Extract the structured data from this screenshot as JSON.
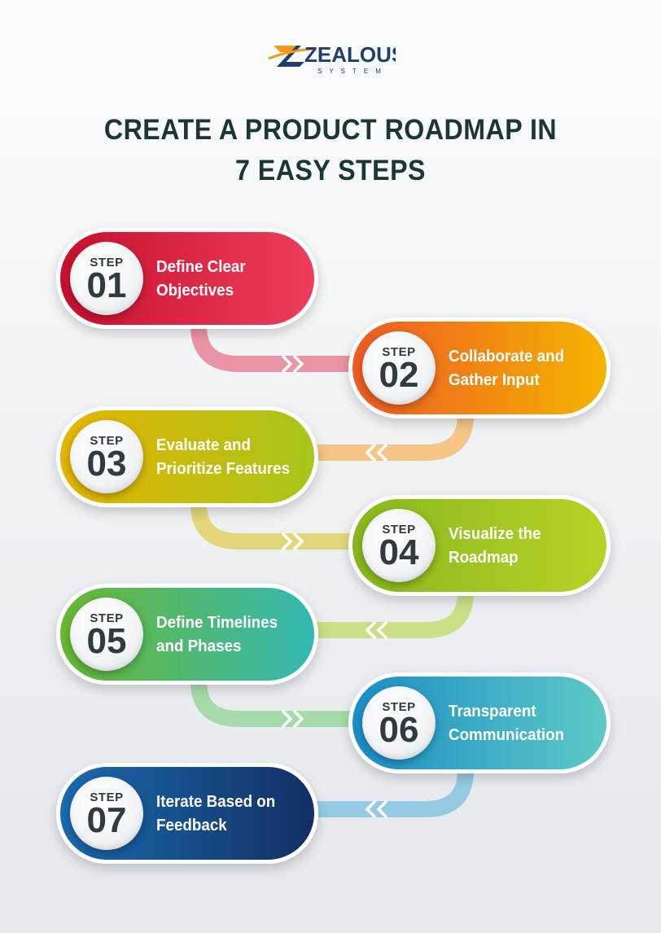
{
  "logo": {
    "name": "ZEALOUS",
    "tagline": "SYSTEM",
    "colors": {
      "accent": "#f39a1a",
      "brand": "#1e3f6e"
    }
  },
  "title": {
    "line1": "CREATE A PRODUCT ROADMAP IN",
    "line2": "7 EASY STEPS"
  },
  "step_word": "STEP",
  "steps": [
    {
      "number": "01",
      "line1": "Define Clear",
      "line2": "Objectives",
      "colors": [
        "#c8102e",
        "#ee3e5c"
      ]
    },
    {
      "number": "02",
      "line1": "Collaborate and",
      "line2": "Gather Input",
      "colors": [
        "#ee5a24",
        "#f4b400"
      ]
    },
    {
      "number": "03",
      "line1": "Evaluate and",
      "line2": "Prioritize Features",
      "colors": [
        "#e6b400",
        "#a8c41a"
      ]
    },
    {
      "number": "04",
      "line1": "Visualize the",
      "line2": "Roadmap",
      "colors": [
        "#86b81d",
        "#b8d227"
      ]
    },
    {
      "number": "05",
      "line1": "Define Timelines",
      "line2": "and Phases",
      "colors": [
        "#6ab830",
        "#33b8b4"
      ]
    },
    {
      "number": "06",
      "line1": "Transparent",
      "line2": "Communication",
      "colors": [
        "#1a8ec7",
        "#5dc9c6"
      ]
    },
    {
      "number": "07",
      "line1": "Iterate Based on",
      "line2": "Feedback",
      "colors": [
        "#1a6bb0",
        "#132f63"
      ]
    }
  ]
}
